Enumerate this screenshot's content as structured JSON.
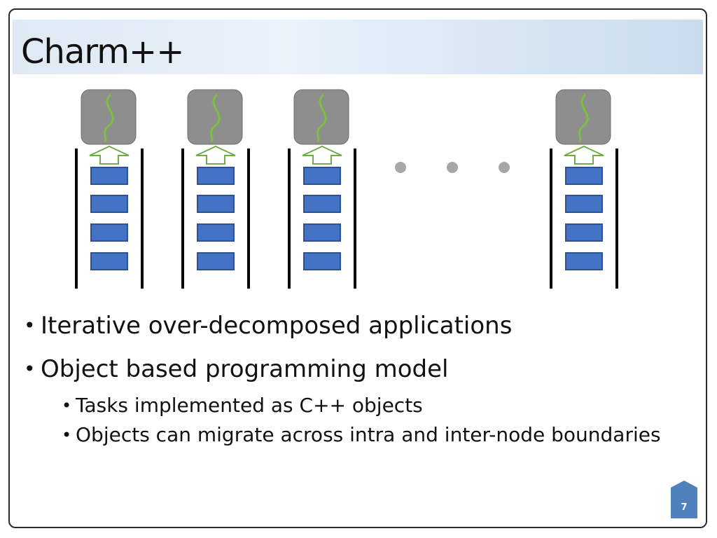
{
  "slide": {
    "title": "Charm++",
    "page_number": "7",
    "bullets": [
      {
        "text": "Iterative over-decomposed applications"
      },
      {
        "text": "Object based programming model",
        "sub": [
          "Tasks implemented as C++ objects",
          "Objects can migrate across intra and inter-node boundaries"
        ]
      }
    ]
  },
  "diagram": {
    "processors": 4,
    "objects_per_queue": 4,
    "ellipsis_dots": 3,
    "colors": {
      "processor_box": "#8e8e8e",
      "thread_line": "#7ac142",
      "object_fill": "#4472c4",
      "object_border": "#2f528f",
      "arrow": "#70ad47",
      "dots": "#a6a6a6",
      "page_badge": "#4f81bd"
    },
    "icons": [
      "thread-icon",
      "up-arrow-icon",
      "ellipsis-icon"
    ]
  }
}
